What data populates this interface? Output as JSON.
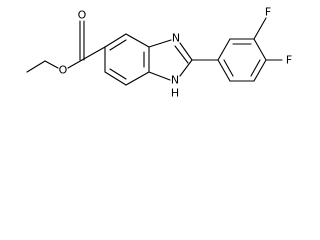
{
  "molecule": {
    "atoms": {
      "o_carbonyl": "O",
      "o_ester": "O",
      "n_imine": "N",
      "n_amine": "N",
      "h_amine": "H",
      "f_meta": "F",
      "f_para": "F"
    }
  }
}
